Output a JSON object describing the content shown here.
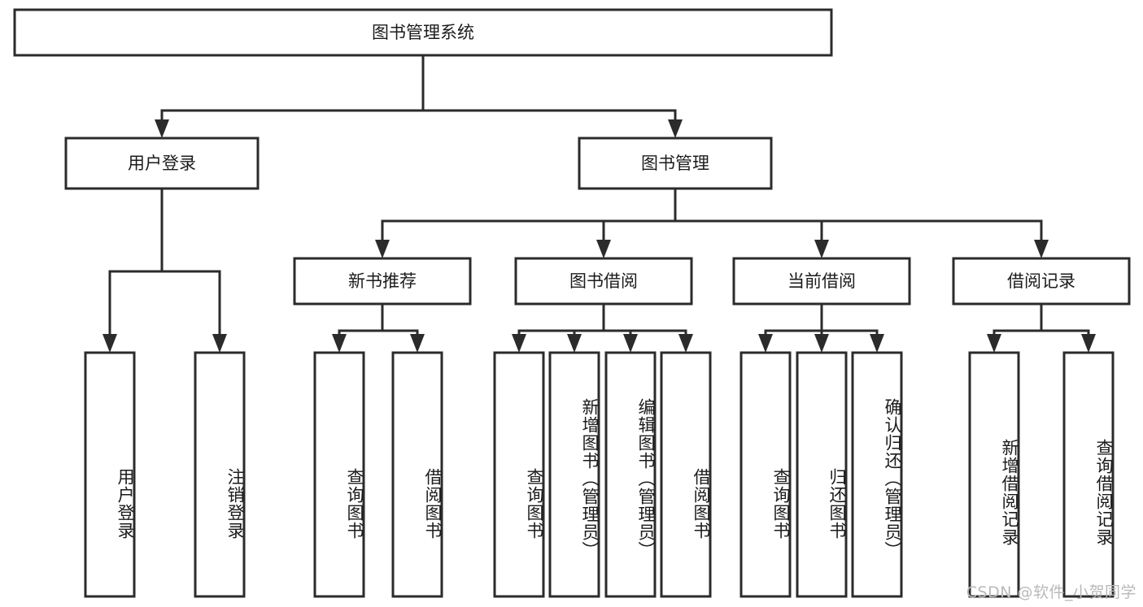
{
  "diagram": {
    "type": "tree-hierarchy",
    "title": "图书管理系统",
    "orientation": "top-down",
    "levels": 4,
    "root": {
      "id": "root",
      "label": "图书管理系统",
      "level": 1
    },
    "level2": [
      {
        "id": "user-login",
        "label": "用户登录",
        "level": 2
      },
      {
        "id": "book-manage",
        "label": "图书管理",
        "level": 2
      }
    ],
    "level3": [
      {
        "id": "new-book-rec",
        "label": "新书推荐",
        "level": 3,
        "parent": "book-manage"
      },
      {
        "id": "book-borrow",
        "label": "图书借阅",
        "level": 3,
        "parent": "book-manage"
      },
      {
        "id": "current-borrow",
        "label": "当前借阅",
        "level": 3,
        "parent": "book-manage"
      },
      {
        "id": "borrow-record",
        "label": "借阅记录",
        "level": 3,
        "parent": "book-manage"
      }
    ],
    "leaves": [
      {
        "id": "leaf-user-login",
        "label": "用户登录",
        "parent": "user-login"
      },
      {
        "id": "leaf-user-logout",
        "label": "注销登录",
        "parent": "user-login"
      },
      {
        "id": "leaf-query-book-1",
        "label": "查询图书",
        "parent": "new-book-rec"
      },
      {
        "id": "leaf-borrow-book-1",
        "label": "借阅图书",
        "parent": "new-book-rec"
      },
      {
        "id": "leaf-query-book-2",
        "label": "查询图书",
        "parent": "book-borrow"
      },
      {
        "id": "leaf-add-book",
        "label": "新增图书（管理员）",
        "parent": "book-borrow"
      },
      {
        "id": "leaf-edit-book",
        "label": "编辑图书（管理员）",
        "parent": "book-borrow"
      },
      {
        "id": "leaf-borrow-book-2",
        "label": "借阅图书",
        "parent": "book-borrow"
      },
      {
        "id": "leaf-query-book-3",
        "label": "查询图书",
        "parent": "current-borrow"
      },
      {
        "id": "leaf-return-book",
        "label": "归还图书",
        "parent": "current-borrow"
      },
      {
        "id": "leaf-confirm-return",
        "label": "确认归还（管理员）",
        "parent": "current-borrow"
      },
      {
        "id": "leaf-add-record",
        "label": "新增借阅记录",
        "parent": "borrow-record"
      },
      {
        "id": "leaf-query-record",
        "label": "查询借阅记录",
        "parent": "borrow-record"
      }
    ]
  },
  "watermark": {
    "text": "CSDN @软件_小贺同学"
  },
  "colors": {
    "background": "#ffffff",
    "box_fill": "#ffffff",
    "box_stroke": "#2b2b2b",
    "line": "#2b2b2b",
    "text": "#1b1b1b",
    "watermark": "#b9b9b9"
  }
}
